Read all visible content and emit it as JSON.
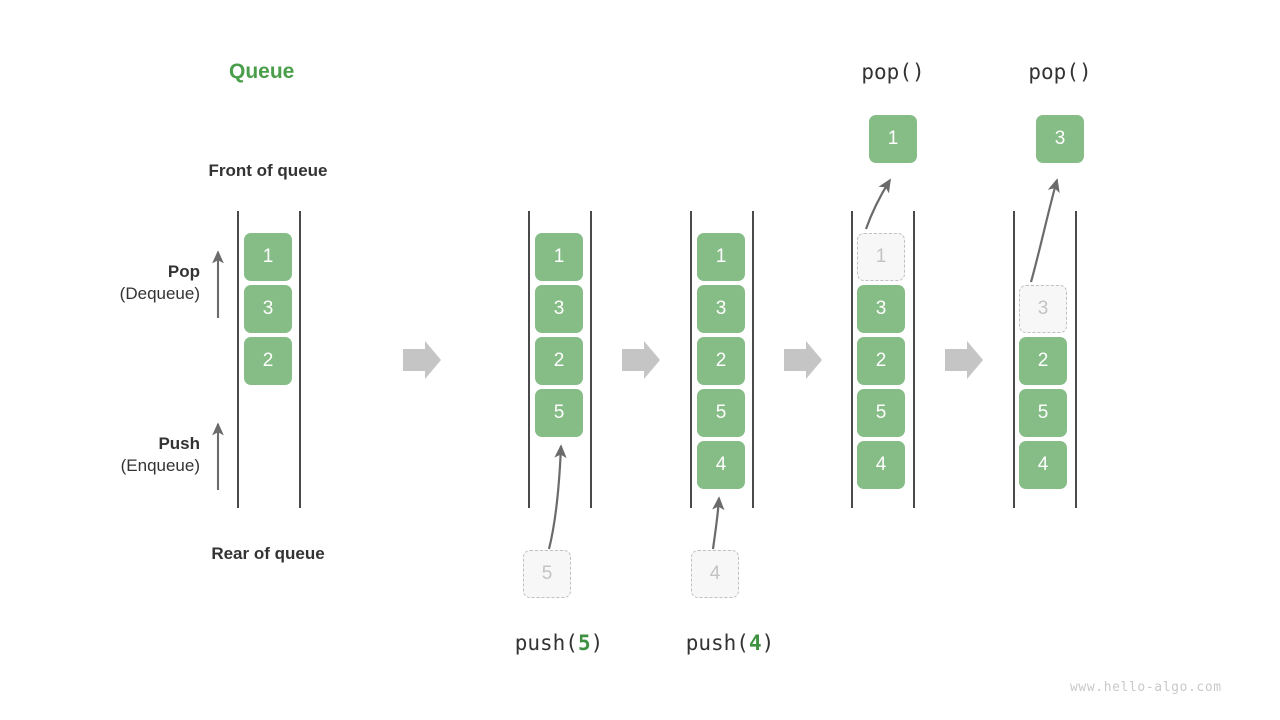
{
  "title": "Queue",
  "labels": {
    "front_of_queue": "Front of queue",
    "rear_of_queue": "Rear of queue",
    "pop_line1": "Pop",
    "pop_line2": "(Dequeue)",
    "push_line1": "Push",
    "push_line2": "(Enqueue)"
  },
  "colors": {
    "accent_green": "#4a9e4a",
    "box_green": "#86bd86",
    "box_text": "#ffffff",
    "ghost_fill": "#f7f7f7",
    "ghost_border": "#c0c0c0",
    "ghost_text": "#c3c3c3",
    "rail": "#4a4a4a",
    "flow_arrow": "#c5c5c5",
    "text_dark": "#333333",
    "watermark": "#c9c9c9"
  },
  "columns": [
    {
      "id": "initial",
      "caption": "",
      "caption_prefix": "",
      "caption_value": "",
      "caption_suffix": "",
      "items": [
        "1",
        "3",
        "2"
      ],
      "ghost_index": -1,
      "incoming": null,
      "popped": null,
      "top_label": ""
    },
    {
      "id": "after-push-5",
      "caption": "push(5)",
      "caption_prefix": "push(",
      "caption_value": "5",
      "caption_suffix": ")",
      "items": [
        "1",
        "3",
        "2",
        "5"
      ],
      "ghost_index": -1,
      "incoming": "5",
      "popped": null,
      "top_label": ""
    },
    {
      "id": "after-push-4",
      "caption": "push(4)",
      "caption_prefix": "push(",
      "caption_value": "4",
      "caption_suffix": ")",
      "items": [
        "1",
        "3",
        "2",
        "5",
        "4"
      ],
      "ghost_index": -1,
      "incoming": "4",
      "popped": null,
      "top_label": ""
    },
    {
      "id": "after-pop-1",
      "caption": "",
      "caption_prefix": "",
      "caption_value": "",
      "caption_suffix": "",
      "items": [
        "1",
        "3",
        "2",
        "5",
        "4"
      ],
      "ghost_index": 0,
      "incoming": null,
      "popped": "1",
      "top_label": "pop()"
    },
    {
      "id": "after-pop-3",
      "caption": "",
      "caption_prefix": "",
      "caption_value": "",
      "caption_suffix": "",
      "items": [
        "3",
        "2",
        "5",
        "4"
      ],
      "ghost_index": 0,
      "incoming": null,
      "popped": "3",
      "top_label": "pop()"
    }
  ],
  "flow_arrows": 4,
  "watermark": "www.hello-algo.com"
}
